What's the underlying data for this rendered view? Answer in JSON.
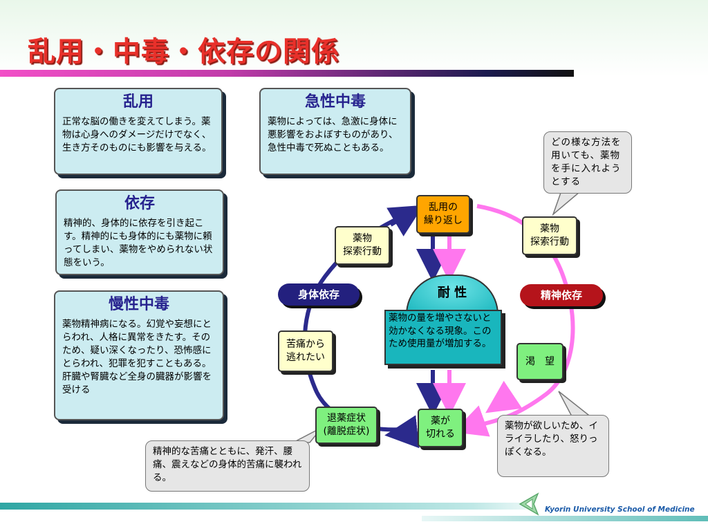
{
  "title": "乱用・中毒・依存の関係",
  "cards": {
    "abuse": {
      "heading": "乱用",
      "body": "正常な脳の働きを変えてしまう。薬物は心身へのダメージだけでなく、生き方そのものにも影響を与える。"
    },
    "acute": {
      "heading": "急性中毒",
      "body": "薬物によっては、急激に身体に悪影響をおよぼすものがあり、急性中毒で死ぬこともある。"
    },
    "dependence": {
      "heading": "依存",
      "body": "精神的、身体的に依存を引き起こす。精神的にも身体的にも薬物に頼ってしまい、薬物をやめられない状態をいう。"
    },
    "chronic": {
      "heading": "慢性中毒",
      "body": "薬物精神病になる。幻覚や妄想にとらわれ、人格に異常をきたす。そのため、疑い深くなったり、恐怖感にとらわれ、犯罪を犯すこともある。肝臓や腎臓など全身の臓器が影響を受ける"
    }
  },
  "cycle": {
    "repeat_abuse": "乱用の\n繰り返し",
    "drug_seeking_left": "薬物\n探索行動",
    "drug_seeking_right": "薬物\n探索行動",
    "physical_dependence": "身体依存",
    "psychological_dependence": "精神依存",
    "escape_pain": "苦痛から\n逃れたい",
    "craving": "渇　望",
    "withdrawal": "退薬症状\n(離脱症状)",
    "wearing_off": "薬が\n切れる",
    "tolerance_title": "耐 性",
    "tolerance_body": "薬物の量を増やさないと効かなくなる現象。このため使用量が増加する。"
  },
  "callouts": {
    "any_means": "どの様な方法を用いても、薬物を手に入れようとする",
    "irritable": "薬物が欲しいため、イライラしたり、怒りっぽくなる。",
    "physical_pain": "精神的な苦痛とともに、発汗、腰痛、震えなどの身体的苦痛に襲われる。"
  },
  "footer": "Kyorin University School of Medicine",
  "colors": {
    "title": "#e8302a",
    "physical_loop": "#2b2a8c",
    "psychological_loop": "#ff77ee",
    "physical_pill": "#23207e",
    "psychological_pill": "#b5141b"
  }
}
